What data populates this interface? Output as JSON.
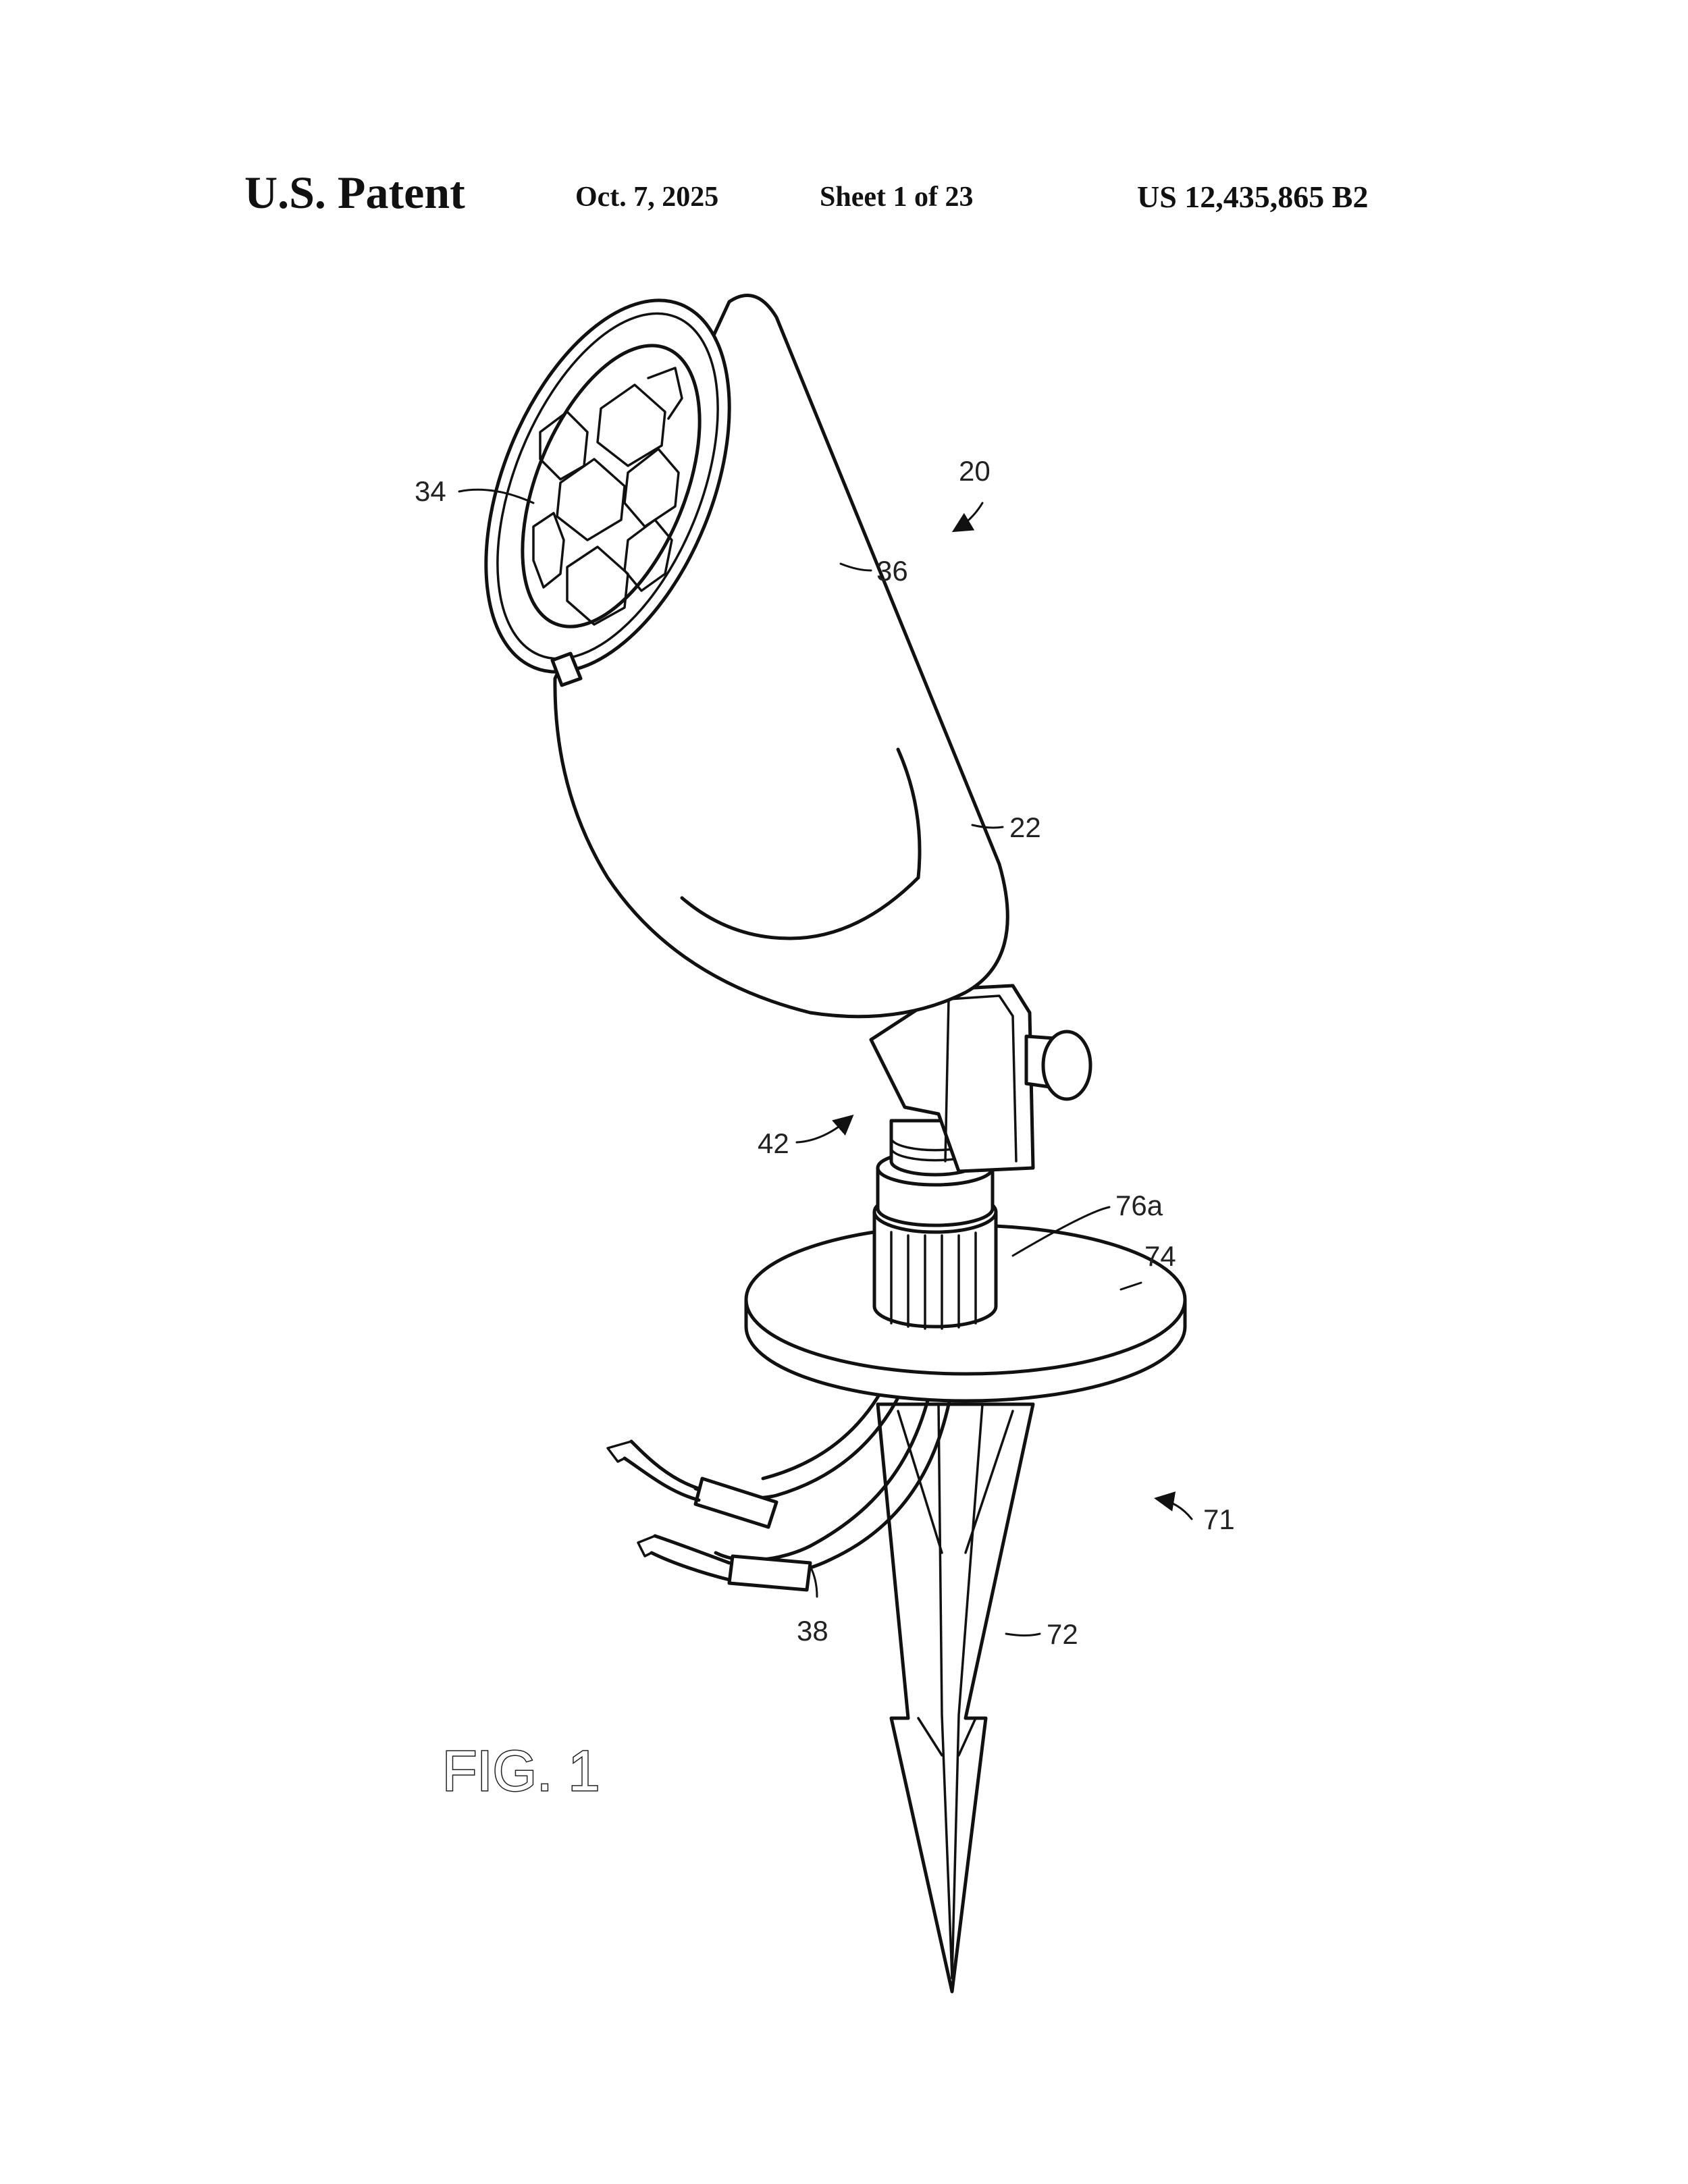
{
  "header": {
    "title": "U.S. Patent",
    "date": "Oct. 7, 2025",
    "sheet": "Sheet 1 of 23",
    "patent_number": "US 12,435,865 B2"
  },
  "figure": {
    "label": "FIG. 1",
    "reference_numerals": {
      "r20": "20",
      "r22": "22",
      "r34": "34",
      "r36": "36",
      "r38": "38",
      "r42": "42",
      "r71": "71",
      "r72": "72",
      "r74": "74",
      "r76a": "76a"
    }
  }
}
